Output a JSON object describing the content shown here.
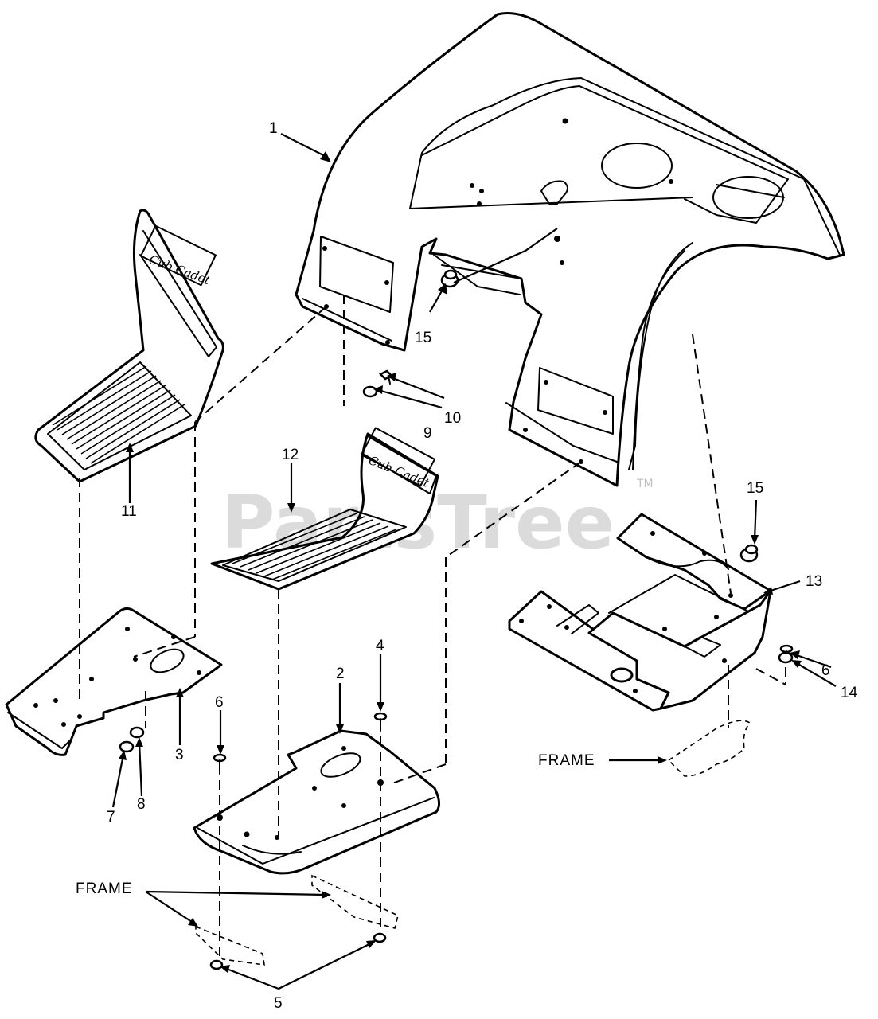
{
  "watermark": {
    "text": "PartsTree",
    "mark": "TM"
  },
  "mat_brand": "Cub Cadet",
  "frame_label": "FRAME",
  "callouts": {
    "c1": "1",
    "c2": "2",
    "c3": "3",
    "c4": "4",
    "c5": "5",
    "c6a": "6",
    "c6b": "6",
    "c7": "7",
    "c8": "8",
    "c9": "9",
    "c10": "10",
    "c11": "11",
    "c12": "12",
    "c13": "13",
    "c14": "14",
    "c15a": "15",
    "c15b": "15"
  }
}
